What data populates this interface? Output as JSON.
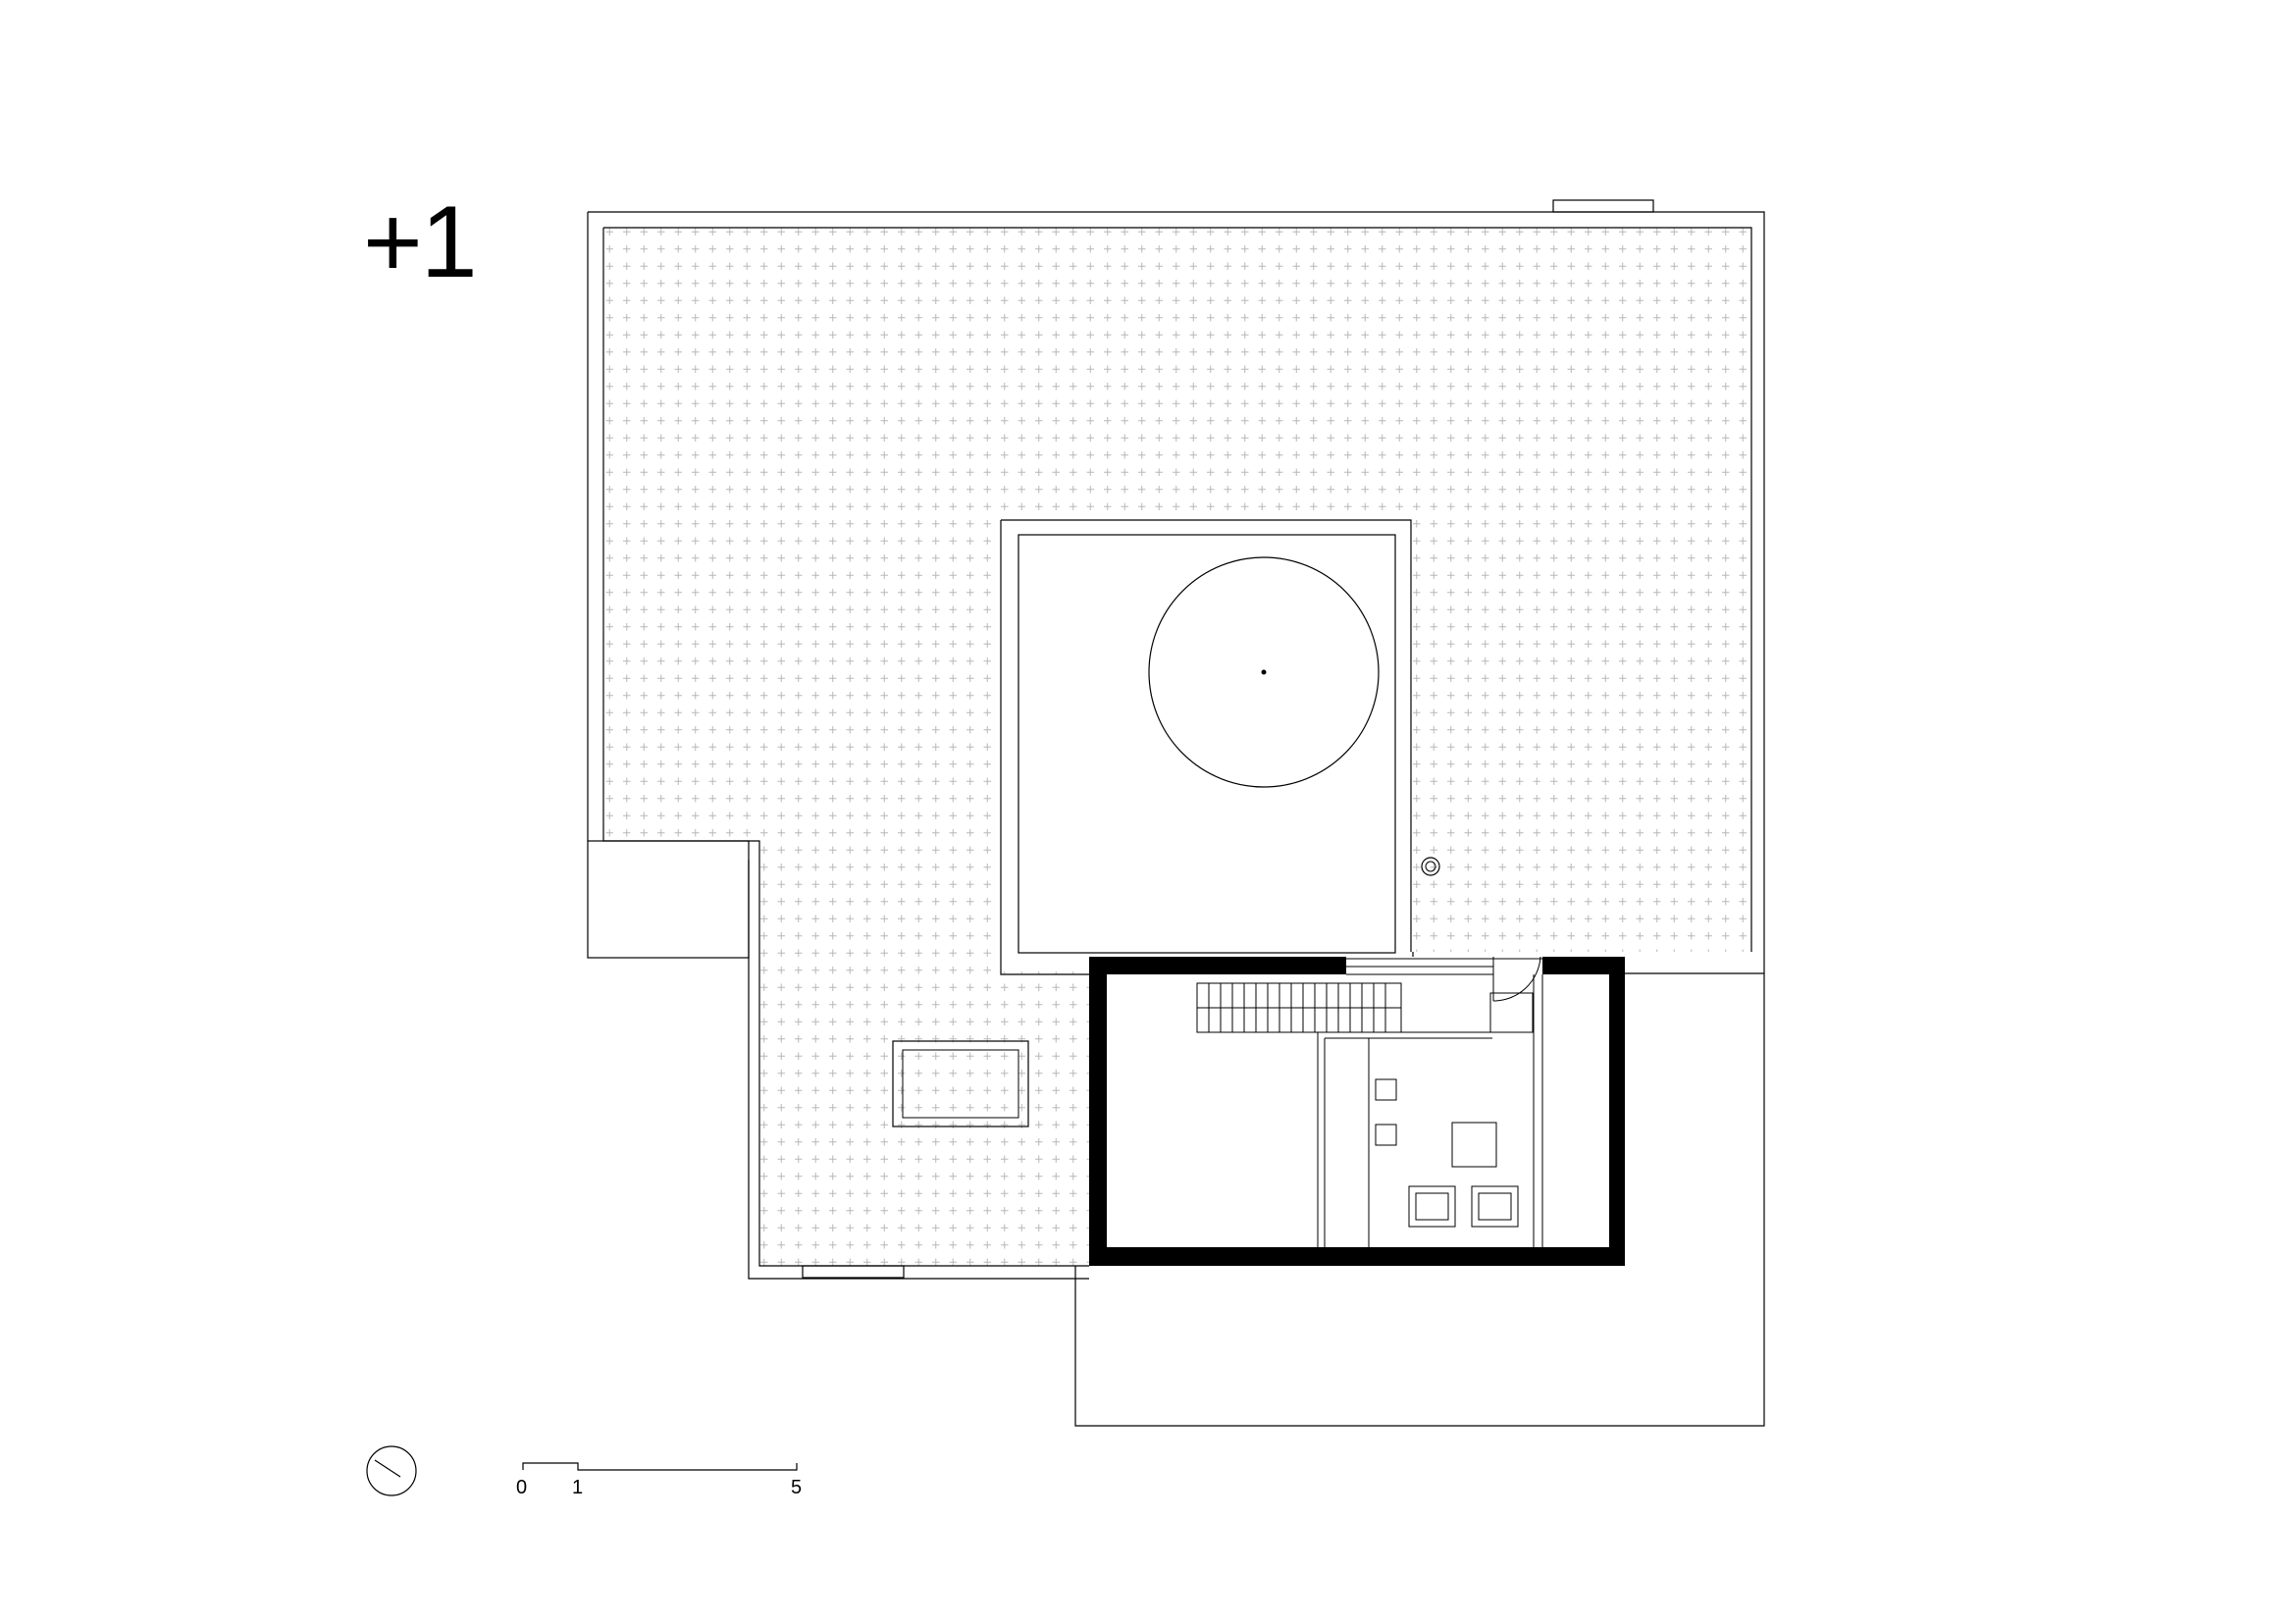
{
  "drawing": {
    "level_label": "+1",
    "hatch_color": "#b8b8b8",
    "line_color": "#000000",
    "wall_color": "#000000",
    "north_icon": "north-arrow-icon"
  },
  "scale_bar": {
    "labels": [
      "0",
      "1",
      "5"
    ]
  }
}
